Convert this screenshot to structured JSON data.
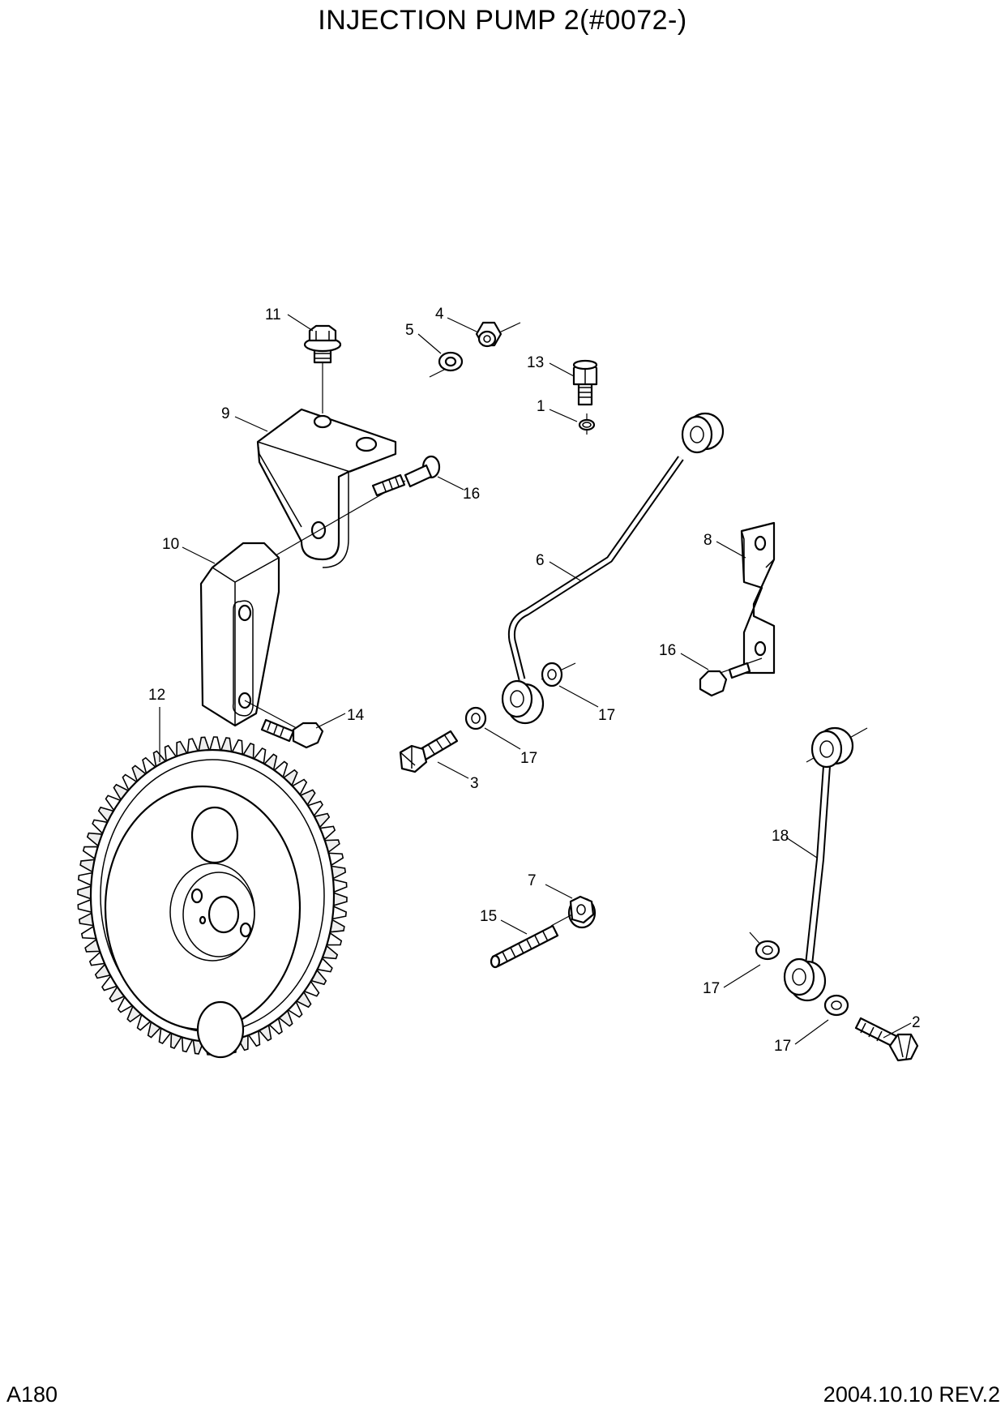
{
  "header": {
    "title": "INJECTION PUMP 2(#0072-)"
  },
  "footer": {
    "page_code": "A180",
    "revision": "2004.10.10  REV.2"
  },
  "callouts": [
    {
      "id": "c11",
      "label": "11"
    },
    {
      "id": "c4",
      "label": "4"
    },
    {
      "id": "c5",
      "label": "5"
    },
    {
      "id": "c13",
      "label": "13"
    },
    {
      "id": "c1",
      "label": "1"
    },
    {
      "id": "c9",
      "label": "9"
    },
    {
      "id": "c16a",
      "label": "16"
    },
    {
      "id": "c10",
      "label": "10"
    },
    {
      "id": "c8",
      "label": "8"
    },
    {
      "id": "c6",
      "label": "6"
    },
    {
      "id": "c16b",
      "label": "16"
    },
    {
      "id": "c12",
      "label": "12"
    },
    {
      "id": "c14",
      "label": "14"
    },
    {
      "id": "c17a",
      "label": "17"
    },
    {
      "id": "c17b",
      "label": "17"
    },
    {
      "id": "c3",
      "label": "3"
    },
    {
      "id": "c7",
      "label": "7"
    },
    {
      "id": "c15",
      "label": "15"
    },
    {
      "id": "c18",
      "label": "18"
    },
    {
      "id": "c17c",
      "label": "17"
    },
    {
      "id": "c2",
      "label": "2"
    },
    {
      "id": "c17d",
      "label": "17"
    }
  ]
}
